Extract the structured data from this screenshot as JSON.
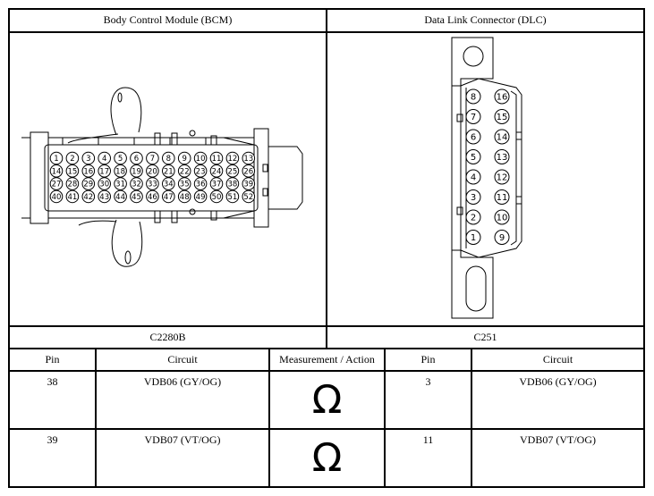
{
  "headers": {
    "left": "Body Control Module (BCM)",
    "right": "Data Link Connector (DLC)"
  },
  "connectors": {
    "left": "C2280B",
    "right": "C251"
  },
  "columns": [
    "Pin",
    "Circuit",
    "Measurement / Action",
    "Pin",
    "Circuit"
  ],
  "rows": [
    {
      "pin_a": "38",
      "circuit_a": "VDB06 (GY/OG)",
      "action": "Ω",
      "pin_b": "3",
      "circuit_b": "VDB06 (GY/OG)"
    },
    {
      "pin_a": "39",
      "circuit_a": "VDB07 (VT/OG)",
      "action": "Ω",
      "pin_b": "11",
      "circuit_b": "VDB07 (VT/OG)"
    }
  ],
  "bcm_pins": [
    [
      "1",
      "2",
      "3",
      "4",
      "5",
      "6",
      "7",
      "8",
      "9",
      "10",
      "11",
      "12",
      "13"
    ],
    [
      "14",
      "15",
      "16",
      "17",
      "18",
      "19",
      "20",
      "21",
      "22",
      "23",
      "24",
      "25",
      "26"
    ],
    [
      "27",
      "28",
      "29",
      "30",
      "31",
      "32",
      "33",
      "34",
      "35",
      "36",
      "37",
      "38",
      "39"
    ],
    [
      "40",
      "41",
      "42",
      "43",
      "44",
      "45",
      "46",
      "47",
      "48",
      "49",
      "50",
      "51",
      "52"
    ]
  ],
  "dlc_pins": {
    "left": [
      "8",
      "7",
      "6",
      "5",
      "4",
      "3",
      "2",
      "1"
    ],
    "right": [
      "16",
      "15",
      "14",
      "13",
      "12",
      "11",
      "10",
      "9"
    ]
  }
}
